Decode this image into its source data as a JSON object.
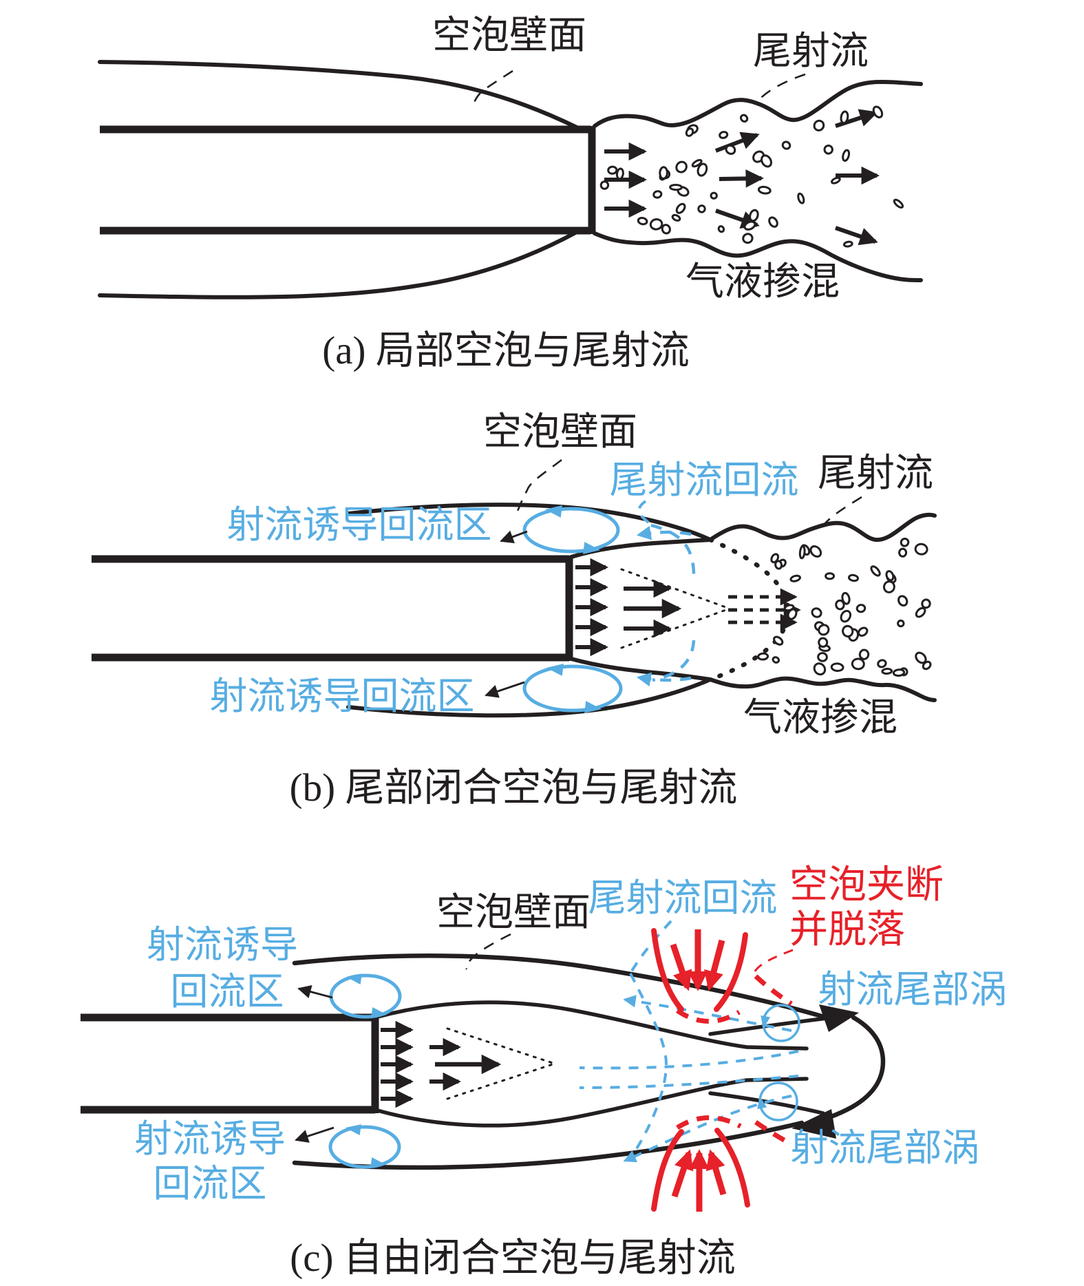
{
  "figure": {
    "background": "#ffffff",
    "colors": {
      "line_black": "#231f20",
      "annotation_blue": "#57ade2",
      "annotation_red": "#e62129"
    },
    "panels": [
      {
        "id": "a",
        "caption": "(a) 局部空泡与尾射流",
        "labels": {
          "cavity_wall": "空泡壁面",
          "tail_jet": "尾射流",
          "gas_liquid_mixing": "气液掺混"
        }
      },
      {
        "id": "b",
        "caption": "(b) 尾部闭合空泡与尾射流",
        "labels": {
          "cavity_wall": "空泡壁面",
          "tail_jet_backflow": "尾射流回流",
          "tail_jet": "尾射流",
          "jet_induced_recirculation_top": "射流诱导回流区",
          "jet_induced_recirculation_bottom": "射流诱导回流区",
          "gas_liquid_mixing": "气液掺混"
        }
      },
      {
        "id": "c",
        "caption": "(c) 自由闭合空泡与尾射流",
        "labels": {
          "cavity_wall": "空泡壁面",
          "tail_jet_backflow": "尾射流回流",
          "cavity_pinch_line1": "空泡夹断",
          "cavity_pinch_line2": "并脱落",
          "jet_induced_recirculation_top_line1": "射流诱导",
          "jet_induced_recirculation_top_line2": "回流区",
          "jet_induced_recirculation_bottom_line1": "射流诱导",
          "jet_induced_recirculation_bottom_line2": "回流区",
          "jet_tail_vortex_top": "射流尾部涡",
          "jet_tail_vortex_bottom": "射流尾部涡"
        }
      }
    ]
  }
}
